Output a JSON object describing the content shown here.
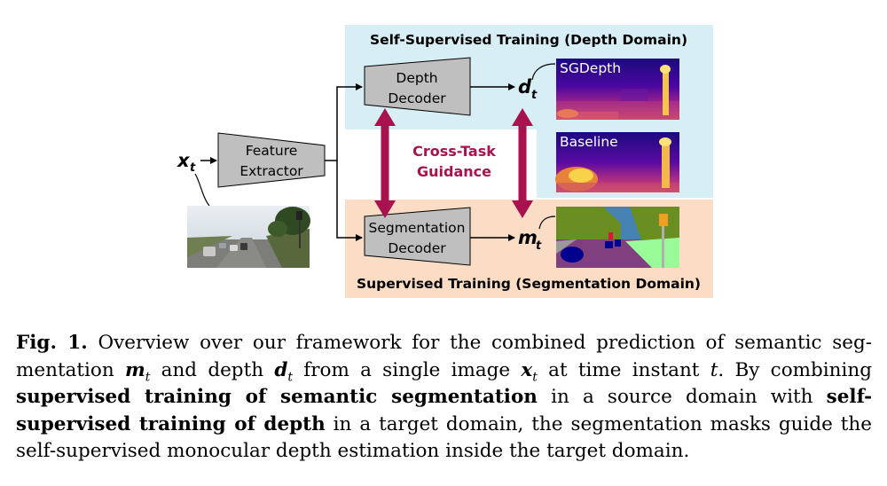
{
  "figure": {
    "depth_domain_title": "Self-Supervised Training (Depth Domain)",
    "seg_domain_title": "Supervised Training (Segmentation Domain)",
    "feature_extractor": [
      "Feature",
      "Extractor"
    ],
    "depth_decoder": [
      "Depth",
      "Decoder"
    ],
    "seg_decoder": [
      "Segmentation",
      "Decoder"
    ],
    "cross_task": [
      "Cross-Task",
      "Guidance"
    ],
    "input_var": "x",
    "depth_var": "d",
    "seg_var": "m",
    "subscript": "t",
    "sgdepth_label": "SGDepth",
    "baseline_label": "Baseline",
    "colors": {
      "depth_domain_bg": "#d6eef4",
      "seg_domain_bg": "#fbdcc4",
      "block_fill": "#bfbfbf",
      "guidance": "#a8124e"
    }
  },
  "caption": {
    "label": "Fig. 1.",
    "p1": " Overview over our framework for the combined prediction of semantic seg-mentation ",
    "m": "m",
    "t1": "t",
    "p2": " and depth ",
    "d": "d",
    "t2": "t",
    "p3": " from a single image ",
    "x": "x",
    "t3": "t",
    "p4": " at time instant ",
    "tvar": "t",
    "p5": ". By combining ",
    "b1": "supervised training of semantic segmentation",
    "p6": " in a source domain with ",
    "b2": "self-supervised training of depth",
    "p7": " in a target domain, the segmentation masks guide the self-supervised monocular depth estimation inside the target domain."
  }
}
